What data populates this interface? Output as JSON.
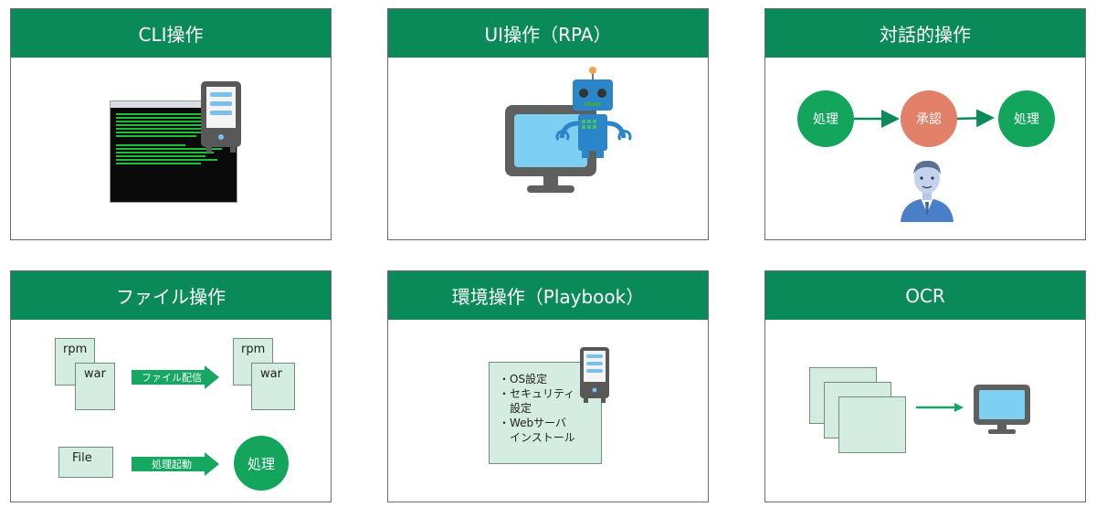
{
  "cards": [
    {
      "title": "CLI操作"
    },
    {
      "title": "UI操作（RPA）"
    },
    {
      "title": "対話的操作"
    },
    {
      "title": "ファイル操作"
    },
    {
      "title": "環境操作（Playbook）"
    },
    {
      "title": "OCR"
    }
  ],
  "dialog": {
    "process1": "処理",
    "approve": "承認",
    "process2": "処理"
  },
  "file_ops": {
    "rpm_label": "rpm",
    "war_label": "war",
    "arrow1_label": "ファイル配信",
    "rpm_label_2": "rpm",
    "war_label_2": "war",
    "file_label": "File",
    "arrow2_label": "処理起動",
    "process_label": "処理"
  },
  "playbook": {
    "line1": "・OS設定",
    "line2": "・セキュリティ",
    "line3": "　設定",
    "line4": "・Webサーバ",
    "line5": "　インストール"
  },
  "colors": {
    "header_green": "#0b8a59",
    "node_green": "#13a55c",
    "approve_salmon": "#e2806a",
    "doc_fill": "#d4ede0",
    "arrow_green": "#16a862"
  }
}
